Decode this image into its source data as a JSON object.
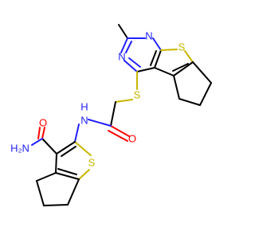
{
  "molecule": {
    "colors": {
      "carbon_bond": "#000000",
      "nitrogen": "#2020ff",
      "sulfur": "#c8b600",
      "oxygen": "#ff0000",
      "background": "#ffffff"
    },
    "atom_labels": {
      "n_pyr_top": "N",
      "n_pyr_left": "N",
      "s_thio_top": "S",
      "s_linker": "S",
      "o_amide": "O",
      "nh_amide": "N",
      "h_amide": "H",
      "s_thio_bottom": "S",
      "o_carboxamide": "O",
      "n_carboxamide": "H₂N"
    }
  }
}
